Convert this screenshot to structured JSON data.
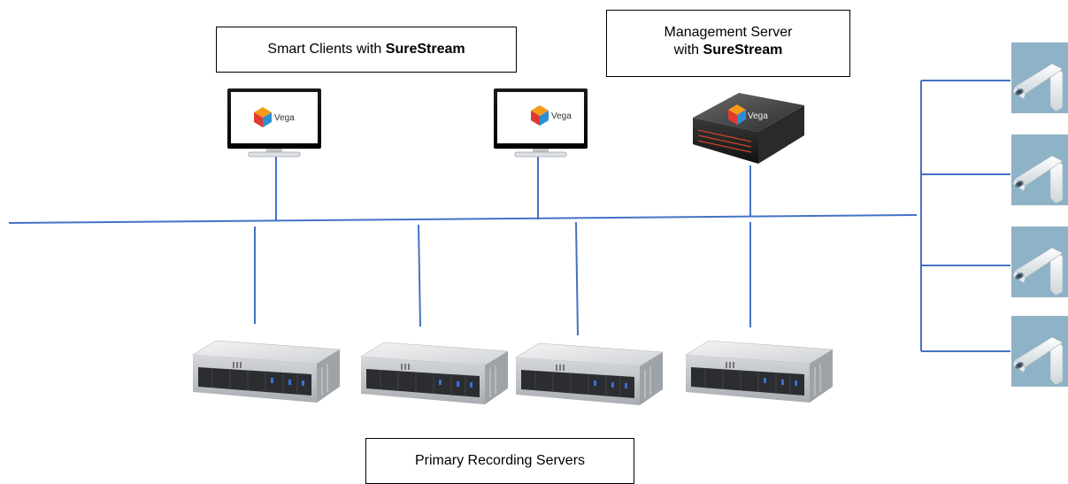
{
  "labels": {
    "smart_clients_prefix": "Smart Clients with ",
    "smart_clients_bold": "SureStream",
    "mgmt_line1": "Management Server",
    "mgmt_line2_prefix": "with ",
    "mgmt_line2_bold": "SureStream",
    "recording_servers": "Primary Recording Servers"
  },
  "brand": {
    "logo_text": "Vega"
  },
  "colors": {
    "network_line": "#4472C4",
    "camera_tile": "#8FB3C6",
    "logo_red": "#E03A2F",
    "logo_orange": "#F59A1B",
    "logo_blue": "#2C8FD6"
  },
  "devices": {
    "smart_client_count": 2,
    "management_server_count": 1,
    "recording_server_count": 4,
    "camera_count": 4
  }
}
